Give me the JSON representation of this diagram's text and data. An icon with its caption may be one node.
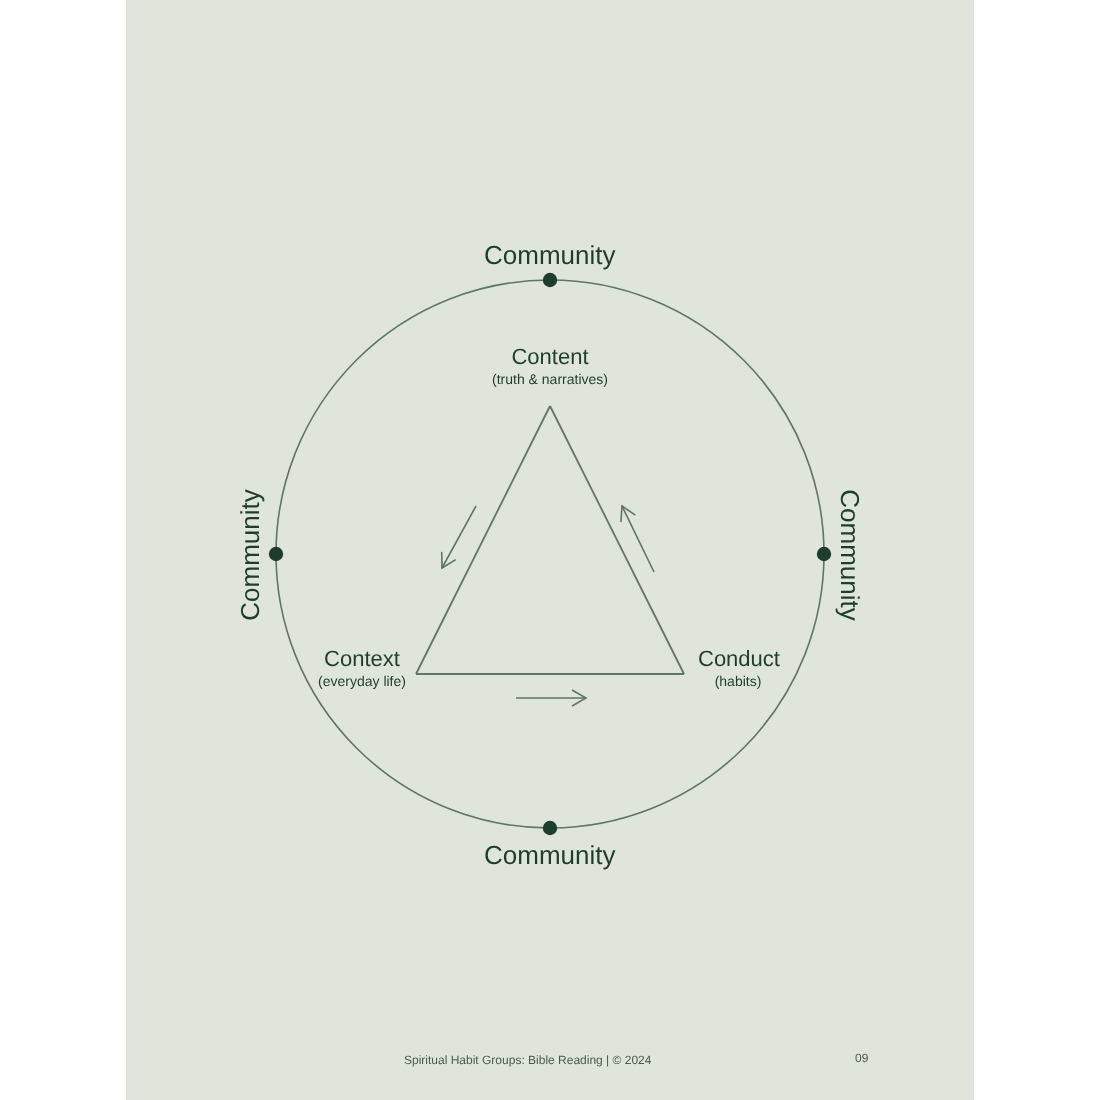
{
  "diagram": {
    "nodes": [
      {
        "text": [
          "Content",
          "(truth & narratives)"
        ]
      },
      {
        "text": [
          "Context",
          "(everyday life)"
        ]
      },
      {
        "text": [
          "Conduct",
          "(habits)"
        ]
      }
    ],
    "edges": [
      {
        "from": 0,
        "to": 1,
        "arrow": "none"
      },
      {
        "from": 1,
        "to": 2,
        "arrow": "none"
      },
      {
        "from": 2,
        "to": 0,
        "arrow": "none"
      }
    ],
    "labels": [
      "Community",
      "Community",
      "Community",
      "Community",
      "Spiritual Habit Groups: Bible Reading | © 2024",
      "09"
    ]
  }
}
